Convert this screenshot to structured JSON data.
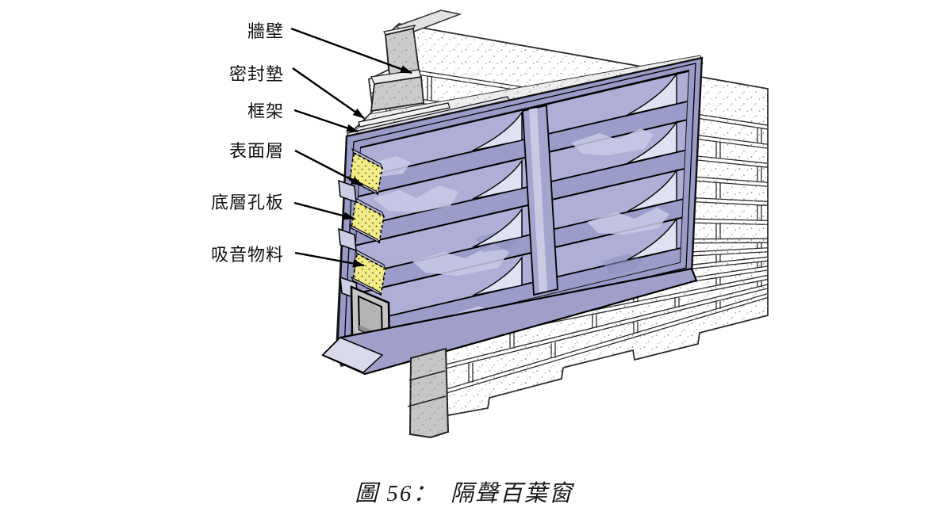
{
  "figure": {
    "caption": "圖 56：　隔聲百葉窗",
    "callouts": [
      {
        "id": "wall",
        "text": "牆壁"
      },
      {
        "id": "gasket",
        "text": "密封墊"
      },
      {
        "id": "frame",
        "text": "框架"
      },
      {
        "id": "surface-layer",
        "text": "表面層"
      },
      {
        "id": "base-perforated-panel",
        "text": "底層孔板"
      },
      {
        "id": "sound-absorbing-material",
        "text": "吸音物料"
      }
    ],
    "colors": {
      "louver_blade": "#aeaed6",
      "louver_blade_highlight": "#c9cae8",
      "louver_frame": "#9a9bc8",
      "louver_end_cap": "#e0e1f2",
      "sill_face": "#9f9fca",
      "absorbent_yellow": "#f4ec85",
      "brick_face": "#ffffff",
      "cut_masonry_gray": "#c9c9c9",
      "outline": "#1a1a1a"
    }
  }
}
